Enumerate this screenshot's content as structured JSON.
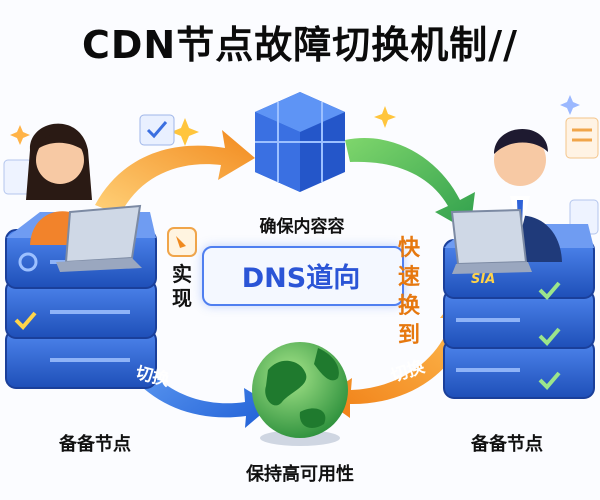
{
  "title": "CDN节点故障切换机制//",
  "labels": {
    "ensure": "确保内容容",
    "dns": "DNS道向",
    "realize": "实现",
    "faster": "快速换到",
    "switch_left": "切换",
    "switch_right": "切换",
    "backup_left": "备备节点",
    "backup_right": "备备节点",
    "high_availability": "保持高可用性",
    "server_logo": "SIA"
  },
  "colors": {
    "title": "#0b0b0b",
    "server_blue": "#2f63d8",
    "arrow_orange": "#f39a2b",
    "arrow_green": "#3fb55a",
    "arrow_blue": "#2f7ae6",
    "globe_green": "#3ea84a"
  },
  "icons": [
    "woman-laptop-icon",
    "man-laptop-icon",
    "blue-cube-icon",
    "globe-icon",
    "server-stack-icon",
    "checklist-icon"
  ]
}
